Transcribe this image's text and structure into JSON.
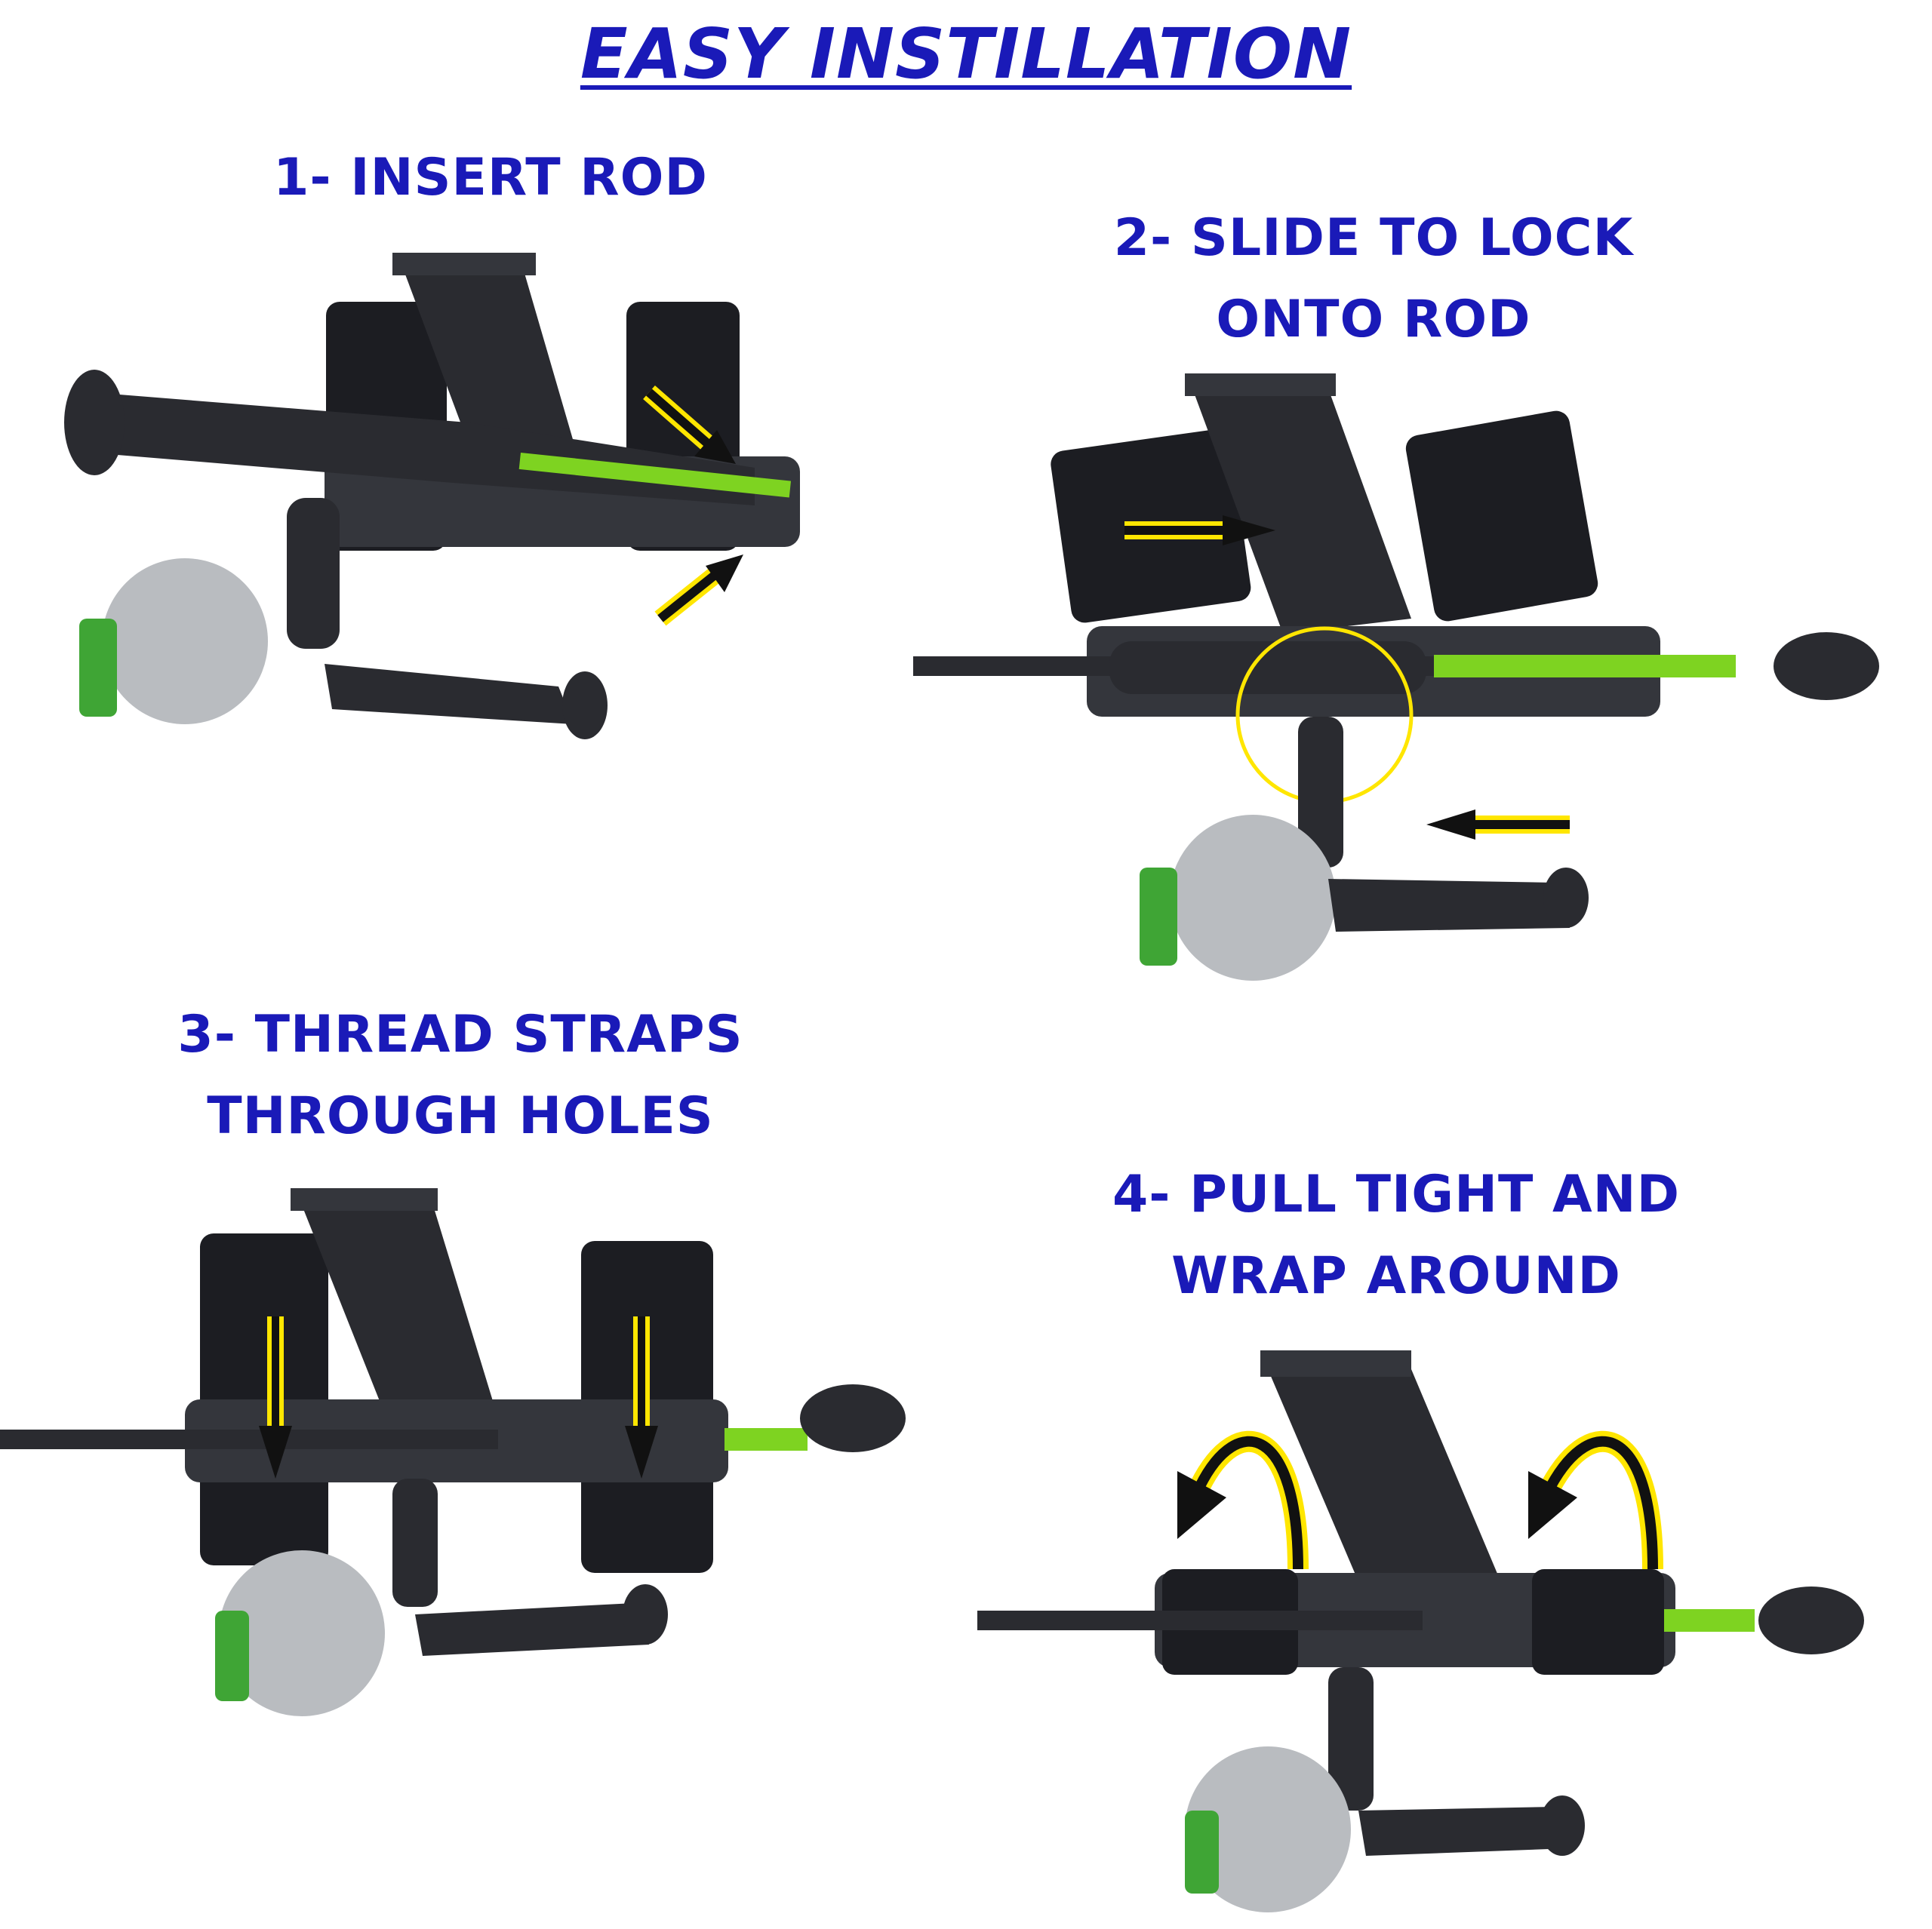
{
  "title": "EASY INSTILLATION",
  "steps": [
    {
      "lines": [
        "1- INSERT ROD"
      ]
    },
    {
      "lines": [
        "2- SLIDE TO LOCK",
        "ONTO  ROD"
      ]
    },
    {
      "lines": [
        "3- THREAD STRAPS",
        "THROUGH HOLES"
      ]
    },
    {
      "lines": [
        "4- PULL TIGHT AND",
        "WRAP AROUND"
      ]
    }
  ],
  "colors": {
    "text_blue": "#1a1ab8",
    "strap": "#1c1d22",
    "mount": "#34363c",
    "handle": "#2a2b30",
    "rod_green": "#7ed321",
    "reel_green": "#3fa535",
    "spool_silver": "#b9bcc0",
    "arrow_yellow": "#ffe600",
    "arrow_black": "#111111"
  },
  "icons": [
    "arrow-icon",
    "curved-arrow-icon",
    "highlight-circle-icon"
  ]
}
